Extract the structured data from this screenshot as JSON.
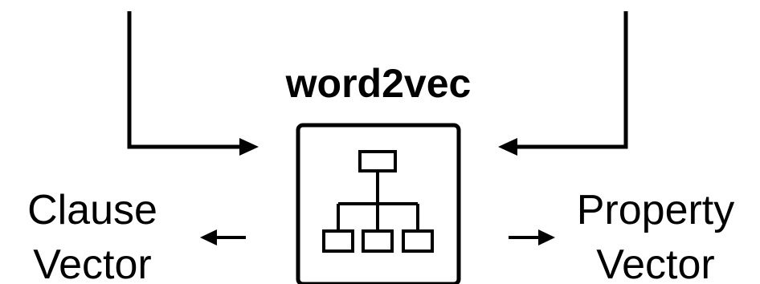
{
  "title": "word2vec",
  "left_output": {
    "line1": "Clause",
    "line2": "Vector"
  },
  "right_output": {
    "line1": "Property",
    "line2": "Vector"
  },
  "model_icon": "hierarchy-icon",
  "colors": {
    "stroke": "#000000",
    "background": "#ffffff"
  }
}
